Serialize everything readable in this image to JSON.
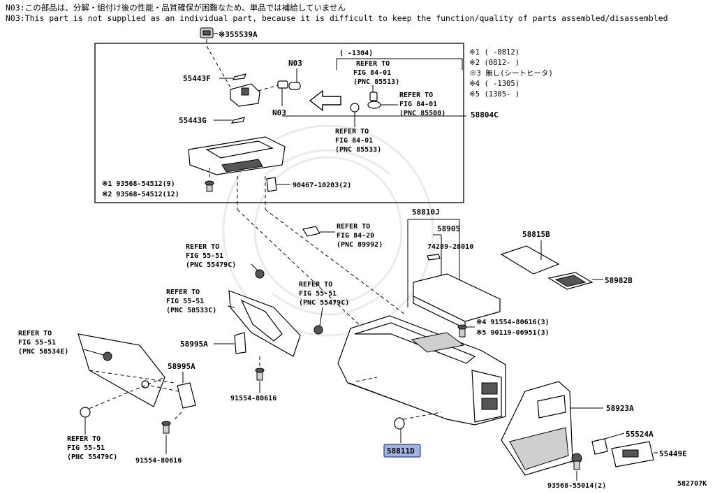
{
  "header": {
    "line_jp": "N03:この部品は、分解・組付け後の性能・品質確保が困難なため、単品では補給していません",
    "line_en": "N03:This part is not supplied as an individual part, because it is difficult to keep the function/quality of parts assembled/disassembled"
  },
  "notes": [
    "※1 (     -0812)",
    "※2 (0812-     )",
    "※3 無し(シートヒータ)",
    "※4 (     -1305)",
    "※5 (1305-     )"
  ],
  "labels": {
    "p355539a": "※355539A",
    "p55443f": "55443F",
    "p55443g": "55443G",
    "n03a": "N03",
    "n03b": "N03",
    "range1304": "(     -1304)",
    "ref85513_1": "REFER TO",
    "ref85513_2": "FIG 84-01",
    "ref85513_3": "(PNC 85513)",
    "ref85500_1": "REFER TO",
    "ref85500_2": "FIG 84-01",
    "ref85500_3": "(PNC 85500)",
    "ref85533_1": "REFER TO",
    "ref85533_2": "FIG 84-01",
    "ref85533_3": "(PNC 85533)",
    "p58804c": "58804C",
    "bolt1": "※1 93568-54512(9)",
    "bolt2": "※2 93568-54512(12)",
    "clip90467": "90467-10203(2)",
    "p58810j": "58810J",
    "p58905": "58905",
    "p74289": "74289-28010",
    "p58815b": "58815B",
    "p58982b": "58982B",
    "ref89992_1": "REFER TO",
    "ref89992_2": "FIG 84-20",
    "ref89992_3": "(PNC 89992)",
    "ref55479a_1": "REFER TO",
    "ref55479a_2": "FIG 55-51",
    "ref55479a_3": "(PNC 55479C)",
    "ref58533_1": "REFER TO",
    "ref58533_2": "FIG 55-51",
    "ref58533_3": "(PNC 58533C)",
    "ref55479b_1": "REFER TO",
    "ref55479b_2": "FIG 55-51",
    "ref55479b_3": "(PNC 55479C)",
    "ref58534_1": "REFER TO",
    "ref58534_2": "FIG 55-51",
    "ref58534_3": "(PNC 58534E)",
    "p58995a_1": "58995A",
    "p58995a_2": "58995A",
    "screw4": "※4 91554-80616(3)",
    "screw5": "※5 90119-06951(3)",
    "p91554a": "91554-80616",
    "p91554b": "91554-80616",
    "ref55479c_1": "REFER TO",
    "ref55479c_2": "FIG 55-51",
    "ref55479c_3": "(PNC 55479C)",
    "p58811d": "58811D",
    "p58923a": "58923A",
    "p55524a": "55524A",
    "p55449e": "55449E",
    "p93568": "93568-55014(2)",
    "figno": "582707K"
  }
}
